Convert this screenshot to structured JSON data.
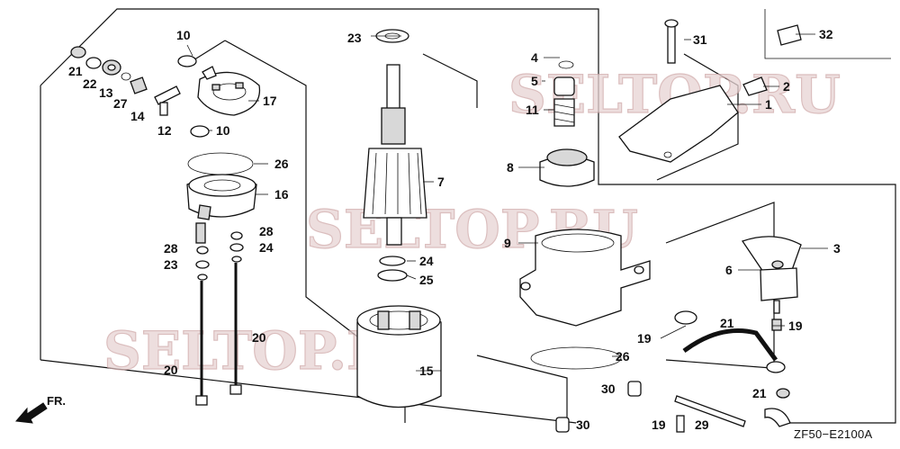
{
  "diagram": {
    "code": "ZF50−E2100A",
    "direction_label": "FR.",
    "watermark": "SELTOP.RU",
    "callouts": [
      "1",
      "2",
      "3",
      "4",
      "5",
      "6",
      "7",
      "8",
      "9",
      "10",
      "10",
      "11",
      "12",
      "13",
      "14",
      "15",
      "16",
      "17",
      "19",
      "19",
      "20",
      "20",
      "21",
      "21",
      "21",
      "22",
      "23",
      "23",
      "24",
      "24",
      "25",
      "26",
      "26",
      "27",
      "28",
      "28",
      "29",
      "30",
      "30",
      "31",
      "32"
    ]
  }
}
